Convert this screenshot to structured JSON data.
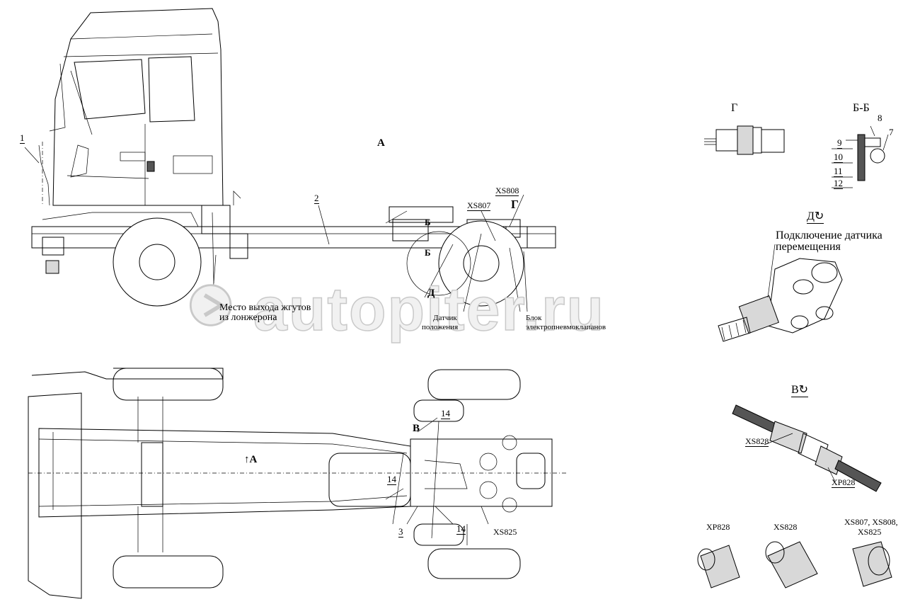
{
  "watermark": "autopiter.ru",
  "labels": {
    "view_a": "А",
    "view_a_arrow": "↑А",
    "view_g": "Г",
    "view_g_small": "Г",
    "view_b": "Б",
    "view_b_lower": "Б",
    "view_d": "Д",
    "view_v": "В",
    "section_bb": "Б-Б",
    "view_d_title": "Д",
    "view_v_title": "В",
    "xs808": "XS808",
    "xs807": "XS807",
    "xs825": "XS825",
    "xs828": "XS828",
    "xp828": "XP828",
    "xp828_bottom": "XP828",
    "xs828_bottom": "XS828",
    "xs_group_line1": "XS807, XS808,",
    "xs_group_line2": "XS825",
    "harness_exit_line1": "Место выхода жгутов",
    "harness_exit_line2": "из лонжерона",
    "position_sensor_line1": "Датчик",
    "position_sensor_line2": "положения",
    "valve_block_line1": "Блок",
    "valve_block_line2": "электропневмоклапанов",
    "sensor_conn_line1": "Подключение датчика",
    "sensor_conn_line2": "перемещения"
  },
  "callouts": {
    "n1": "1",
    "n2": "2",
    "n3": "3",
    "n14a": "14",
    "n14b": "14",
    "n14c": "14",
    "n7": "7",
    "n8": "8",
    "n9": "9",
    "n10": "10",
    "n11": "11",
    "n12": "12"
  }
}
